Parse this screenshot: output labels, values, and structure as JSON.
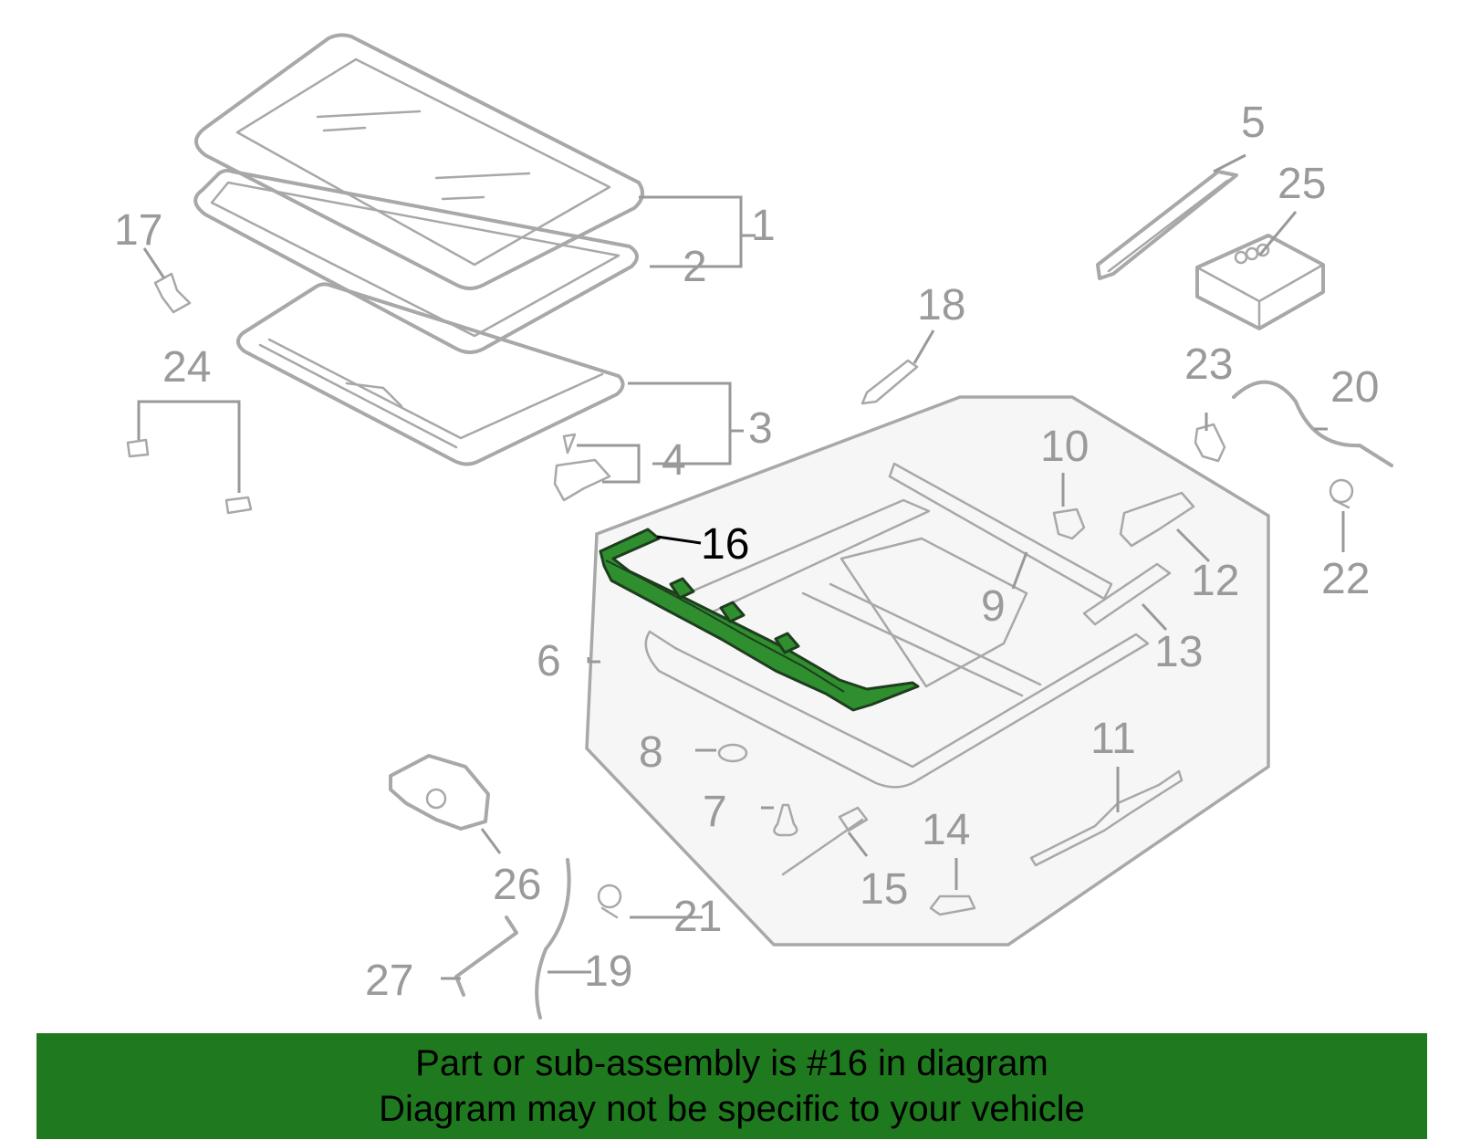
{
  "callouts": {
    "c1": "1",
    "c2": "2",
    "c3": "3",
    "c4": "4",
    "c5": "5",
    "c6": "6",
    "c7": "7",
    "c8": "8",
    "c9": "9",
    "c10": "10",
    "c11": "11",
    "c12": "12",
    "c13": "13",
    "c14": "14",
    "c15": "15",
    "c16": "16",
    "c17": "17",
    "c18": "18",
    "c19": "19",
    "c20": "20",
    "c21": "21",
    "c22": "22",
    "c23": "23",
    "c24": "24",
    "c25": "25",
    "c26": "26",
    "c27": "27"
  },
  "highlighted_part": "16",
  "colors": {
    "highlight": "#2f8f2f",
    "banner": "#1f7a1f",
    "line": "#a8a8a8"
  },
  "banner": {
    "line1": "Part or sub-assembly is #16 in diagram",
    "line2": "Diagram may not be specific to your vehicle"
  }
}
